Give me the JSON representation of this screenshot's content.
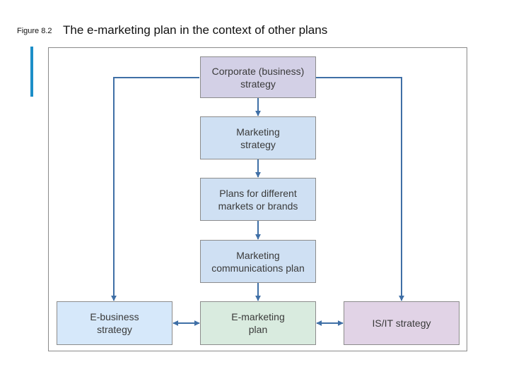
{
  "figure": {
    "label": "Figure 8.2",
    "title": "The e-marketing plan in the context of other plans"
  },
  "boxes": {
    "corporate": "Corporate (business)\nstrategy",
    "marketing": "Marketing\nstrategy",
    "plans": "Plans for different\nmarkets or brands",
    "communications": "Marketing\ncommunications plan",
    "ebusiness": "E-business\nstrategy",
    "emarketing": "E-marketing\nplan",
    "isit": "IS/IT strategy"
  },
  "colors": {
    "arrow": "#3f6fa6",
    "accent_bar": "#1c8ec8",
    "corporate_fill": "#d3d0e6",
    "marketing_fill": "#cfe0f3",
    "ebusiness_fill": "#d6e8fa",
    "emarketing_fill": "#d9ebdf",
    "isit_fill": "#e1d3e6"
  }
}
